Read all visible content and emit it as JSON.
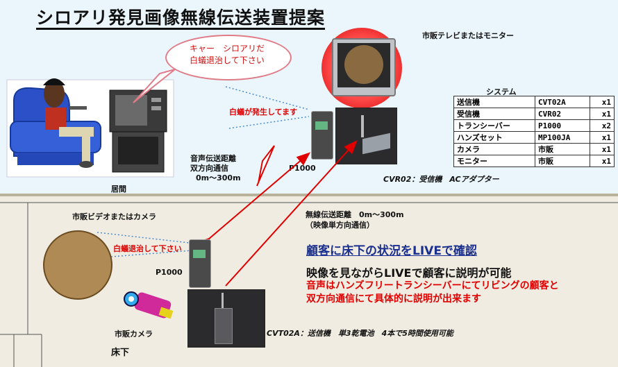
{
  "title": "シロアリ発見画像無線伝送装置提案",
  "speech_bubble": [
    "キャー　シロアリだ",
    "白蟻退治して下さい"
  ],
  "labels": {
    "monitor": "市販テレビまたはモニター",
    "alert": "白蟻が発生してます",
    "living_room": "居間",
    "voice_range": [
      "音声伝送距離",
      "双方向通信",
      "0m～300m"
    ],
    "p1000_upper": "P1000",
    "receiver": "CVR02：受信機　ACアダプター",
    "video_camera": "市販ビデオまたはカメラ",
    "please_exterminate": "白蟻退治して下さい",
    "p1000_lower": "P1000",
    "wireless_range": [
      "無線伝送距離　0m～300m",
      "（映像単方向通信）"
    ],
    "market_camera": "市販カメラ",
    "transmitter": "CVT02A：送信機　単3乾電池　4本で5時間使用可能",
    "underfloor": "床下"
  },
  "system": {
    "heading": "システム",
    "rows": [
      [
        "送信機",
        "CVT02A",
        "x1"
      ],
      [
        "受信機",
        "CVR02",
        "x1"
      ],
      [
        "トランシーバー",
        "P1000",
        "x2"
      ],
      [
        "ハンズセット",
        "MP100JA",
        "x1"
      ],
      [
        "カメラ",
        "市販",
        "x1"
      ],
      [
        "モニター",
        "市販",
        "x1"
      ]
    ]
  },
  "headline": "顧客に床下の状況をLIVEで確認",
  "subline": "映像を見ながらLIVEで顧客に説明が可能",
  "red_lines": [
    "音声はハンズフリートランシーバーにてリビングの顧客と",
    "双方向通信にて具体的に説明が出来ます"
  ],
  "colors": {
    "arrow": "#e00000",
    "headline": "#1b2f8e",
    "accent": "#e00000"
  }
}
